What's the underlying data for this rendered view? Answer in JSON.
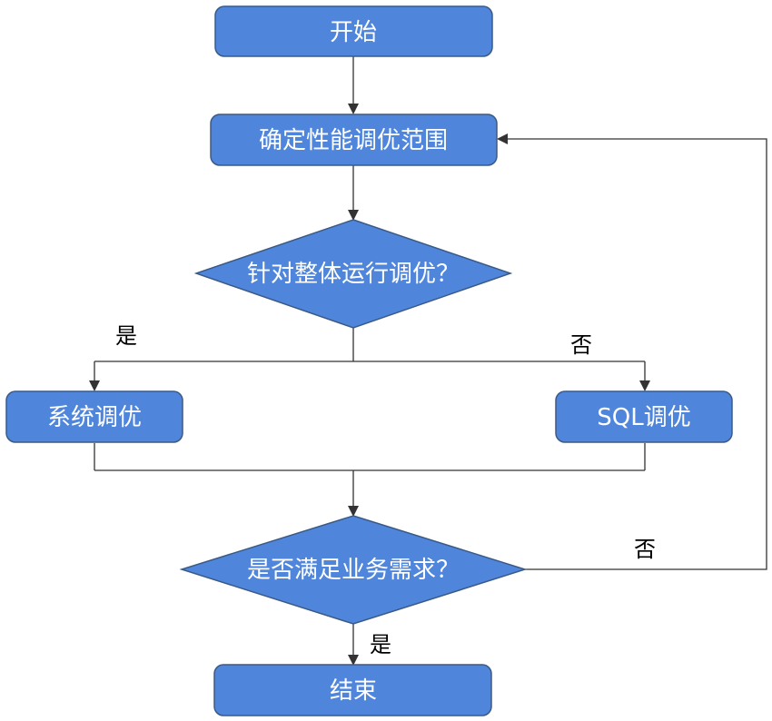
{
  "nodes": {
    "start": "开始",
    "define_scope": "确定性能调优范围",
    "overall_decision": "针对整体运行调优？",
    "system_tuning": "系统调优",
    "sql_tuning": "SQL调优",
    "meets_decision": "是否满足业务需求？",
    "end": "结束"
  },
  "edge_labels": {
    "overall_yes": "是",
    "overall_no": "否",
    "meets_no": "否",
    "meets_yes": "是"
  },
  "colors": {
    "node_fill": "#4f86dc",
    "node_stroke": "#3a5a86",
    "edge": "#333333",
    "label_text": "#000000",
    "node_text": "#ffffff"
  }
}
